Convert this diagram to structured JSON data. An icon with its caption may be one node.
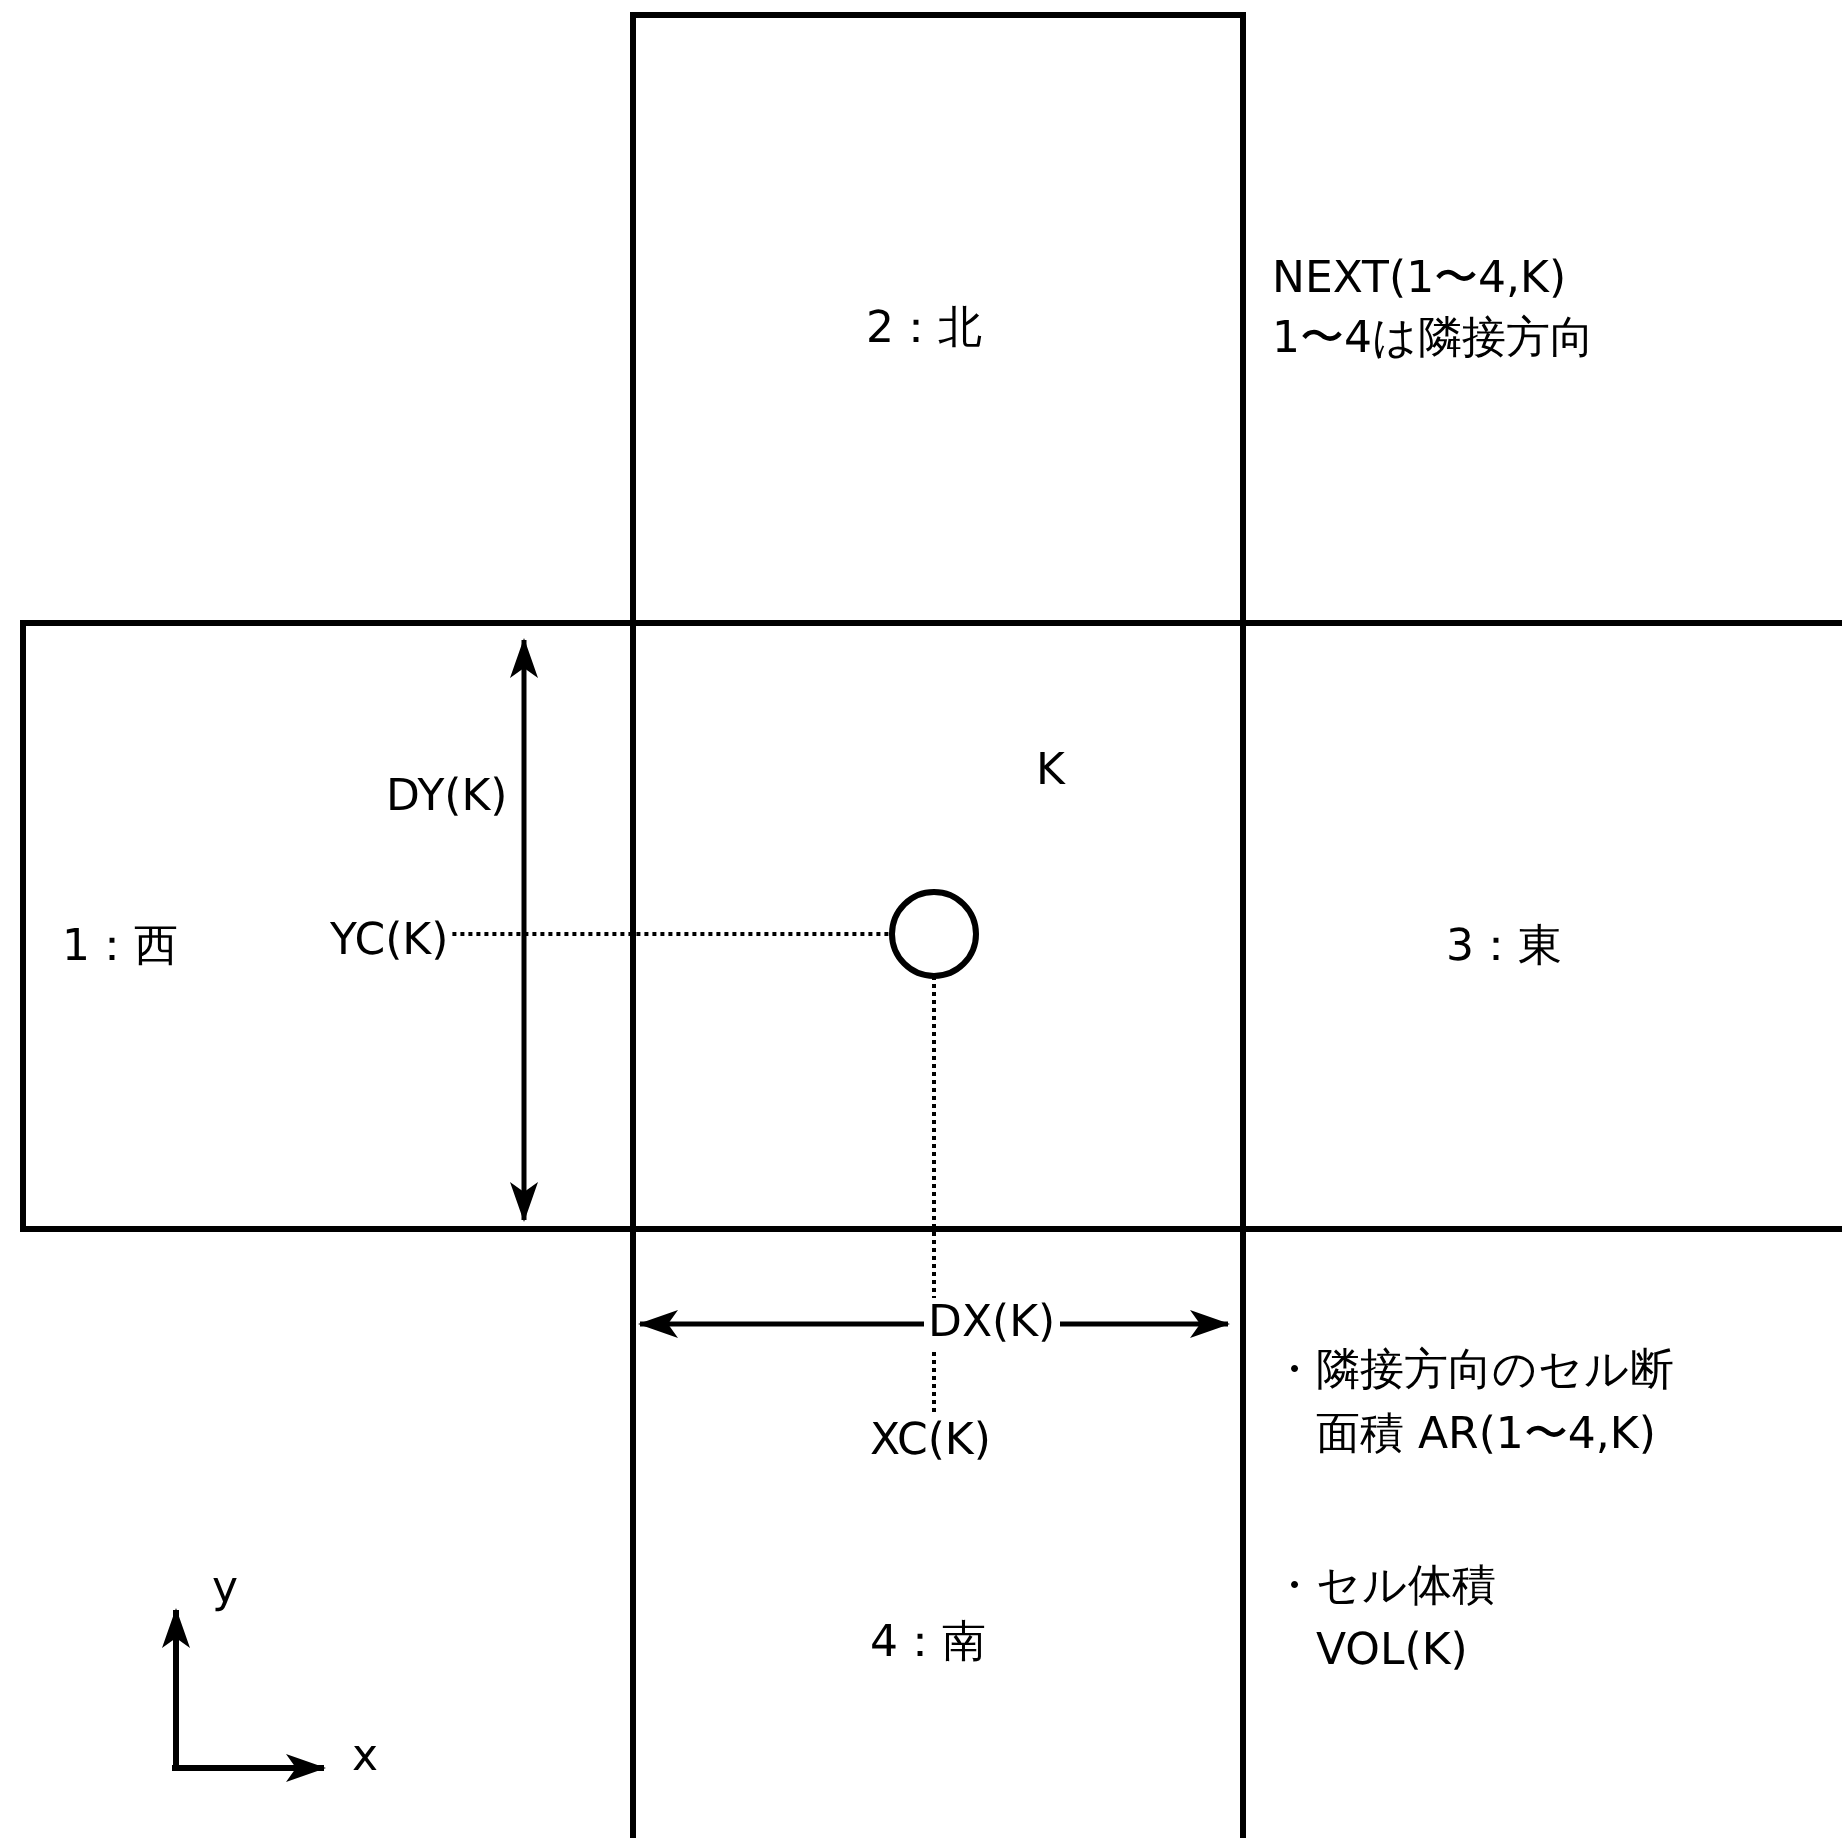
{
  "diagram": {
    "nodes": [
      {
        "text": [
          "2：北"
        ]
      },
      {
        "text": [
          "1：西"
        ]
      },
      {
        "text": [
          "K"
        ]
      },
      {
        "text": [
          "3：東"
        ]
      },
      {
        "text": [
          "4：南"
        ]
      },
      {
        "text": [],
        "shape": "circle",
        "in": 2
      },
      {
        "text": [
          "YC(K)"
        ],
        "in": 1
      },
      {
        "text": [
          "XC(K)"
        ],
        "in": 4
      }
    ],
    "edges": [
      {
        "from": 6,
        "to": 5,
        "arrow": "none",
        "style": "dashed"
      },
      {
        "from": 7,
        "to": 5,
        "arrow": "none",
        "style": "dashed"
      }
    ],
    "labels": [
      "NEXT(1〜4,K)",
      "1〜4は隣接方向",
      "DY(K)",
      "DX(K)",
      "・隣接方向のセル断面積 AR(1〜4,K)",
      "・セル体積 VOL(K)",
      "y",
      "x"
    ]
  }
}
